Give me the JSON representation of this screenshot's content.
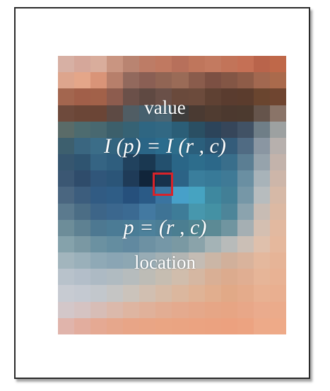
{
  "diagram": {
    "value_label": "value",
    "intensity_equation": "I (p) = I (r , c)",
    "location_equation": "p = (r , c)",
    "location_label": "location"
  },
  "pixel_grid": {
    "columns": 14,
    "rows": 17,
    "highlight_color": "#d8232a",
    "colors": [
      [
        "#d7b0a4",
        "#d5a79a",
        "#d9ad9c",
        "#c99581",
        "#b98471",
        "#bd7c66",
        "#c07961",
        "#b7705b",
        "#bf765c",
        "#c37a60",
        "#c27459",
        "#c57055",
        "#b9644b",
        "#bf6849"
      ],
      [
        "#dda58d",
        "#e4a689",
        "#d99478",
        "#b77f6b",
        "#92695d",
        "#8a5f54",
        "#916554",
        "#9a6b57",
        "#8a5c4c",
        "#7c5043",
        "#835645",
        "#8e5c48",
        "#a26850",
        "#aa6a4c"
      ],
      [
        "#a3664f",
        "#a15f49",
        "#a26149",
        "#8d5c4e",
        "#6b5049",
        "#5f4942",
        "#6a5048",
        "#6a4a3c",
        "#6c4b3c",
        "#5f4133",
        "#5a3c2f",
        "#5b3c2d",
        "#6a452f",
        "#6f4530"
      ],
      [
        "#6e4a3c",
        "#6b4637",
        "#6b4536",
        "#5d4a44",
        "#505d64",
        "#46606e",
        "#4b6573",
        "#3e3d3c",
        "#4a3a32",
        "#503c31",
        "#4c392f",
        "#4c3a2f",
        "#65544b",
        "#8a7468"
      ],
      [
        "#5a6b68",
        "#4d6b6f",
        "#486870",
        "#3c5f6b",
        "#366274",
        "#2f6682",
        "#326883",
        "#2b5e77",
        "#2a4f63",
        "#2c445a",
        "#36465a",
        "#415265",
        "#6f7e87",
        "#9da1a1"
      ],
      [
        "#3d5f6e",
        "#3a6680",
        "#3b6d88",
        "#33647f",
        "#2b5f7d",
        "#2a6586",
        "#2b6c8d",
        "#2d6d8b",
        "#2b5f7c",
        "#2a5573",
        "#345c7a",
        "#506b83",
        "#8a96a2",
        "#b7b0ad"
      ],
      [
        "#36566f",
        "#2f5470",
        "#356483",
        "#2f5e7e",
        "#21425e",
        "#1a3851",
        "#23506e",
        "#2a6687",
        "#2d6d8c",
        "#2c6889",
        "#396e8b",
        "#5b7e93",
        "#96a3ac",
        "#c3b3ab"
      ],
      [
        "#3b5773",
        "#2f4c6b",
        "#30567a",
        "#2b5578",
        "#1f3b58",
        "#11253a",
        "#17324c",
        "#2c6386",
        "#3a7e9c",
        "#387a98",
        "#3f7a96",
        "#6a8fa2",
        "#a8b3b9",
        "#cdb6a9"
      ],
      [
        "#4a6680",
        "#3c5d7d",
        "#315b83",
        "#2f5d86",
        "#26507c",
        "#2a5a86",
        "#3a74a0",
        "#47a0c9",
        "#46a3c1",
        "#3e889f",
        "#427f96",
        "#7697a7",
        "#b7bcbe",
        "#d6b9a7"
      ],
      [
        "#5b7a8e",
        "#4b6d85",
        "#3d6588",
        "#3b678e",
        "#3b6a92",
        "#4379a1",
        "#3e7395",
        "#3e7c98",
        "#4797ad",
        "#4491a4",
        "#4d8599",
        "#8ba3ae",
        "#c8bcb4",
        "#dcb9a3"
      ],
      [
        "#6d8d99",
        "#5e8192",
        "#4d7891",
        "#4b7b95",
        "#4a7d97",
        "#4d819b",
        "#4c7e96",
        "#4b7e91",
        "#508592",
        "#5c8a95",
        "#7095a0",
        "#a5afb3",
        "#d4bfb1",
        "#e2b9a0"
      ],
      [
        "#85a2ab",
        "#7a98a3",
        "#6b91a1",
        "#648da0",
        "#6189a0",
        "#6d91a3",
        "#7597a7",
        "#7a99a3",
        "#8aa3aa",
        "#a4b3b6",
        "#b8bbba",
        "#cbbfb6",
        "#dfc0ac",
        "#e5b89d"
      ],
      [
        "#a2b5bd",
        "#9ab0ba",
        "#8fa9b6",
        "#8aa5b4",
        "#8da7b3",
        "#98acb5",
        "#a3b0b4",
        "#b2b5b3",
        "#c4bcb4",
        "#cbb6a6",
        "#d1b09b",
        "#d9b39c",
        "#e4b89d",
        "#e6b497"
      ],
      [
        "#b8c2cb",
        "#b3bec9",
        "#adbac4",
        "#b0bbc1",
        "#b6bcbd",
        "#bdbcb6",
        "#c6bdb1",
        "#d0bdac",
        "#d5b7a2",
        "#d9af95",
        "#dcab8e",
        "#e0ae92",
        "#e6b598",
        "#e8b294"
      ],
      [
        "#c7cbd2",
        "#c4c9d1",
        "#c2c7cc",
        "#c5c5c4",
        "#cbc3bb",
        "#d1bfb1",
        "#d6bba7",
        "#dbb79e",
        "#dfb396",
        "#e1ae8e",
        "#e1a987",
        "#e4ab8b",
        "#e8b192",
        "#e9af90"
      ],
      [
        "#d3c7c9",
        "#d5c3c2",
        "#d7bdb6",
        "#dbb9ab",
        "#deb5a1",
        "#e0b19a",
        "#e2ad93",
        "#e4aa8e",
        "#e5a88a",
        "#e6a686",
        "#e7a584",
        "#e8a788",
        "#eaab8d",
        "#ebab8b"
      ],
      [
        "#e0b4ab",
        "#e2ad9e",
        "#e5a993",
        "#e6a78c",
        "#e8a587",
        "#e9a585",
        "#eaa583",
        "#eaa482",
        "#eba381",
        "#eba280",
        "#eca17f",
        "#eca381",
        "#edaa89",
        "#eeaa88"
      ]
    ]
  }
}
